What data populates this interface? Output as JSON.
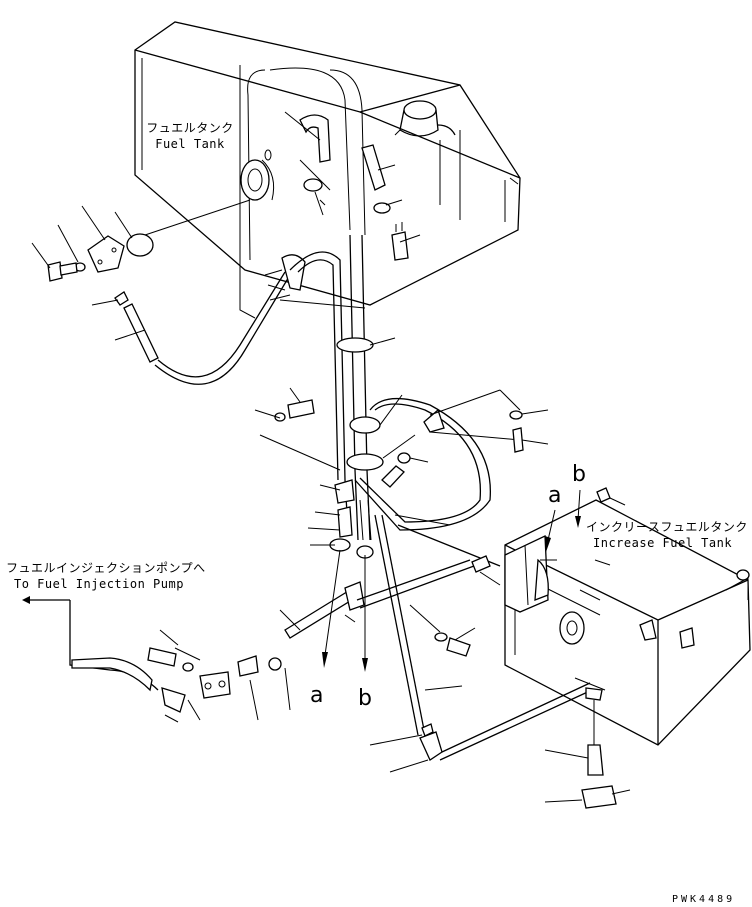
{
  "labels": {
    "fuel_tank_jp": "フュエルタンク",
    "fuel_tank_en": "Fuel Tank",
    "pump_jp": "フュエルインジェクションポンプへ",
    "pump_en": "To Fuel Injection Pump",
    "increase_tank_jp": "インクリースフュエルタンク",
    "increase_tank_en": "Increase Fuel Tank",
    "ref_a": "a",
    "ref_b": "b",
    "drawing_code": "PWK4489"
  }
}
